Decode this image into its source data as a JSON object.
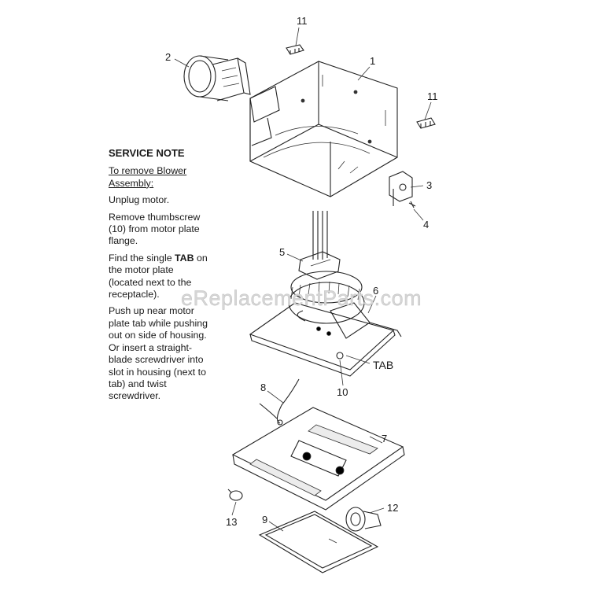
{
  "service_note": {
    "heading": "SERVICE NOTE",
    "subheading": "To remove Blower Assembly:",
    "step1": "Unplug motor.",
    "step2": "Remove thumbscrew (10) from motor plate flange.",
    "step3_pre": "Find the single ",
    "step3_bold": "TAB",
    "step3_post": " on the motor plate (located next to the receptacle).",
    "step4": "Push up near motor plate tab while pushing out on side of housing. Or insert a straight-blade screwdriver into slot in housing (next to tab) and twist screwdriver."
  },
  "callouts": {
    "c1": "1",
    "c2": "2",
    "c3": "3",
    "c4": "4",
    "c5": "5",
    "c6": "6",
    "c7": "7",
    "c8": "8",
    "c9": "9",
    "c10": "10",
    "c11a": "11",
    "c11b": "11",
    "c12": "12",
    "c13": "13"
  },
  "tab_label": "TAB",
  "watermark": "eReplacementParts.com"
}
